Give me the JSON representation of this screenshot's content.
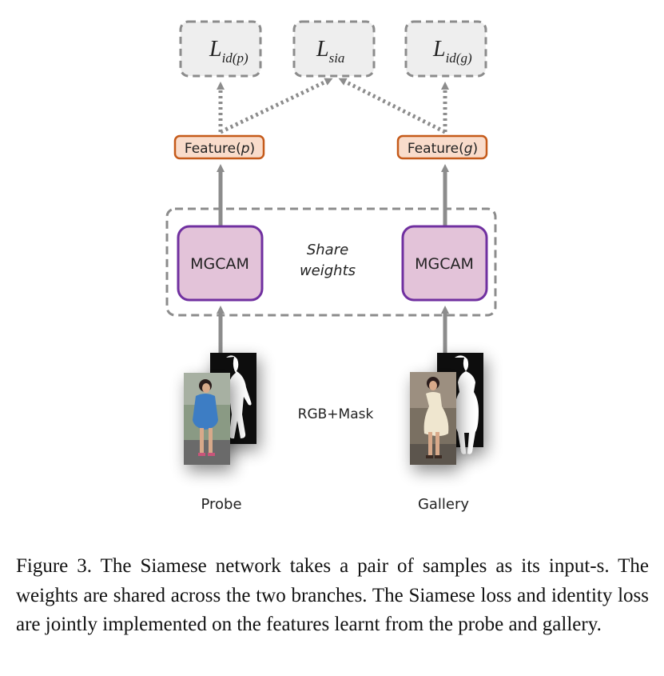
{
  "loss": {
    "id_p": {
      "main": "L",
      "sub": "id",
      "paren": "(p)"
    },
    "sia": {
      "main": "L",
      "sub": "sia"
    },
    "id_g": {
      "main": "L",
      "sub": "id",
      "paren": "(g)"
    }
  },
  "features": {
    "probe": {
      "prefix": "Feature(",
      "var": "p",
      "suffix": ")"
    },
    "gallery": {
      "prefix": "Feature(",
      "var": "g",
      "suffix": ")"
    }
  },
  "modules": {
    "probe": "MGCAM",
    "gallery": "MGCAM"
  },
  "share_weights": {
    "line1": "Share",
    "line2": "weights"
  },
  "input_label": "RGB+Mask",
  "branches": {
    "probe": "Probe",
    "gallery": "Gallery"
  },
  "caption": "Figure 3. The Siamese network takes a pair of samples as its input-s. The weights are shared across the two branches. The Siamese loss and identity loss are jointly implemented on the features learnt from the probe and gallery.",
  "colors": {
    "feature_fill": "#f9dccb",
    "feature_stroke": "#c55a1a",
    "module_fill": "#e3c3d9",
    "module_stroke": "#7030a0",
    "loss_fill": "#eeeeee",
    "dash_stroke": "#8c8c8c",
    "arrow": "#8c8c8c"
  },
  "icons": [
    "probe-rgb-photo",
    "probe-mask-silhouette",
    "gallery-rgb-photo",
    "gallery-mask-silhouette"
  ]
}
